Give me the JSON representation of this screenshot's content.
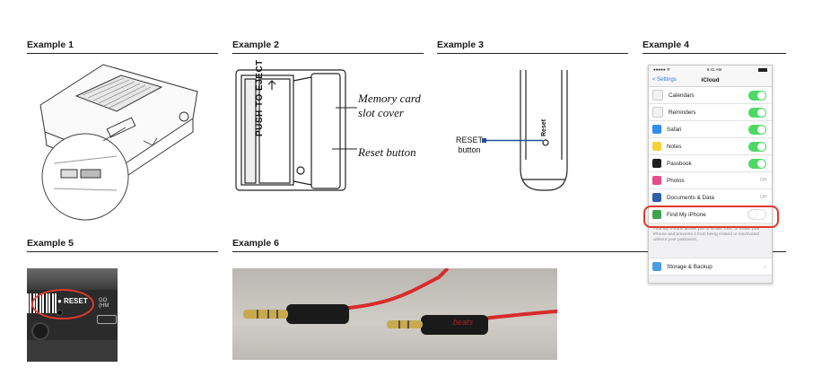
{
  "headers": {
    "ex1": "Example 1",
    "ex2": "Example 2",
    "ex3": "Example 3",
    "ex4": "Example 4",
    "ex5": "Example 5",
    "ex6": "Example 6"
  },
  "ex2": {
    "callout_memory": "Memory card",
    "callout_slot": "slot cover",
    "callout_reset": "Reset button",
    "eject_label": "PUSH TO EJECT"
  },
  "ex3": {
    "reset_label": "RESET",
    "button_label": "button",
    "device_label": "Reset"
  },
  "ex4": {
    "status_carrier": "●●●●● ᯤ",
    "status_time": "9:41 AM",
    "back_label": "Settings",
    "title": "iCloud",
    "rows": [
      {
        "label": "Calendars",
        "state": "on",
        "color": "#f2f2f2"
      },
      {
        "label": "Reminders",
        "state": "on",
        "color": "#f2f2f2"
      },
      {
        "label": "Safari",
        "state": "on",
        "color": "#2f8ef0"
      },
      {
        "label": "Notes",
        "state": "on",
        "color": "#f5d23c"
      },
      {
        "label": "Passbook",
        "state": "on",
        "color": "#1e1e1e"
      },
      {
        "label": "Photos",
        "state": "Off",
        "color": "#e84a8a"
      },
      {
        "label": "Documents & Data",
        "state": "Off",
        "color": "#2e5ea8"
      },
      {
        "label": "Find My iPhone",
        "state": "off",
        "color": "#3aa54c"
      }
    ],
    "description": "Find My iPhone allows you to locate, lock, or erase your iPhone and prevents it from being erased or reactivated without your password.",
    "storage_label": "Storage & Backup"
  },
  "ex5": {
    "reset_label": "● RESET",
    "brand_text": "GO (HM"
  },
  "ex6": {
    "cable_brand": "beats"
  }
}
